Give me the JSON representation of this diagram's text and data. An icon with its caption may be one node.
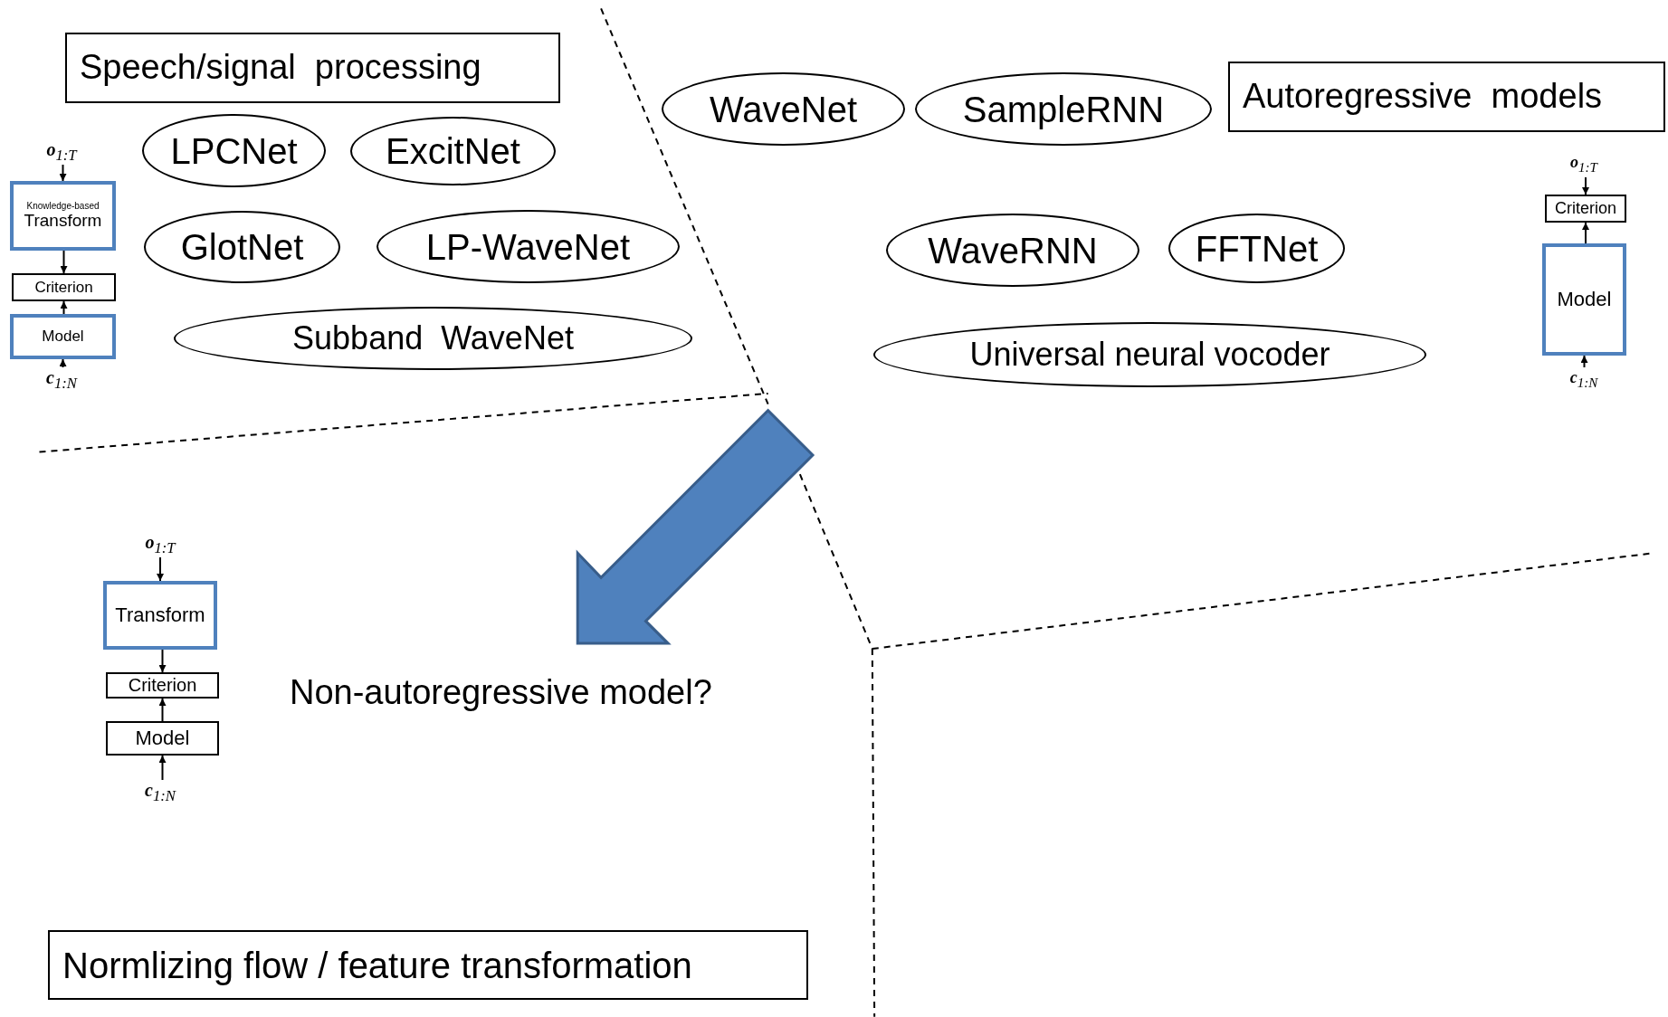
{
  "diagram": {
    "nodes": [
      {
        "text": [
          "Speech/signal  processing"
        ]
      },
      {
        "text": [
          "LPCNet"
        ]
      },
      {
        "text": [
          "ExcitNet"
        ]
      },
      {
        "text": [
          "GlotNet"
        ]
      },
      {
        "text": [
          "LP-WaveNet"
        ]
      },
      {
        "text": [
          "Subband  WaveNet"
        ]
      },
      {
        "text": [
          "**o**$_{1:T}$"
        ]
      },
      {
        "text": [
          "Knowledge-based",
          "Transform"
        ]
      },
      {
        "text": [
          "Criterion"
        ]
      },
      {
        "text": [
          "Model"
        ]
      },
      {
        "text": [
          "**c**$_{1:N}$"
        ]
      },
      {
        "text": [
          "Autoregressive  models"
        ]
      },
      {
        "text": [
          "WaveNet"
        ]
      },
      {
        "text": [
          "SampleRNN"
        ]
      },
      {
        "text": [
          "WaveRNN"
        ]
      },
      {
        "text": [
          "FFTNet"
        ]
      },
      {
        "text": [
          "Universal neural vocoder"
        ]
      },
      {
        "text": [
          "**o**$_{1:T}$"
        ]
      },
      {
        "text": [
          "Criterion"
        ]
      },
      {
        "text": [
          "Model"
        ]
      },
      {
        "text": [
          "**c**$_{1:N}$"
        ]
      },
      {
        "text": [
          "**o**$_{1:T}$"
        ]
      },
      {
        "text": [
          "Transform"
        ]
      },
      {
        "text": [
          "Criterion"
        ]
      },
      {
        "text": [
          "Model"
        ]
      },
      {
        "text": [
          "**c**$_{1:N}$"
        ]
      },
      {
        "text": [
          "Normlizing flow / feature transformation"
        ]
      }
    ],
    "edges": [
      {
        "from": 6,
        "to": 7,
        "arrow": "to"
      },
      {
        "from": 7,
        "to": 8,
        "arrow": "to"
      },
      {
        "from": 9,
        "to": 8,
        "arrow": "to"
      },
      {
        "from": 10,
        "to": 9,
        "arrow": "to"
      },
      {
        "from": 17,
        "to": 18,
        "arrow": "to"
      },
      {
        "from": 19,
        "to": 18,
        "arrow": "to"
      },
      {
        "from": 20,
        "to": 19,
        "arrow": "to"
      },
      {
        "from": 21,
        "to": 22,
        "arrow": "to"
      },
      {
        "from": 22,
        "to": 23,
        "arrow": "to"
      },
      {
        "from": 24,
        "to": 23,
        "arrow": "to"
      },
      {
        "from": 25,
        "to": 24,
        "arrow": "to"
      }
    ],
    "labels": [
      "Non-autoregressive model?"
    ]
  }
}
